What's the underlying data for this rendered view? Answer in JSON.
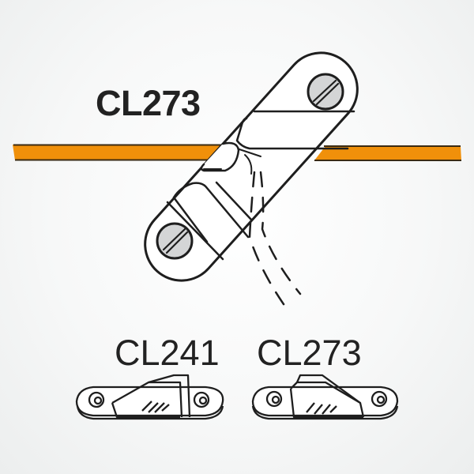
{
  "diagram": {
    "title_label": "CL273",
    "main_cleat": {
      "model": "CL273",
      "orientation": "diagonal",
      "screws": 2
    },
    "rope": {
      "color": "#F0900A",
      "edge_color": "#3a2a12"
    },
    "products": [
      {
        "label": "CL241"
      },
      {
        "label": "CL273"
      }
    ],
    "colors": {
      "outline": "#1e1e1e",
      "screw_fill": "#d4d5d6",
      "body_fill": "#ffffff",
      "background": "#f4f5f5"
    }
  }
}
